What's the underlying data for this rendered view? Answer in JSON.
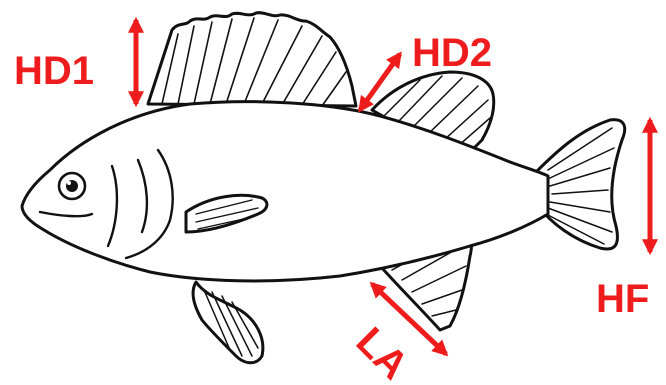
{
  "labels": {
    "hd1": "HD1",
    "hd2": "HD2",
    "hf": "HF",
    "la": "LA"
  },
  "colors": {
    "measure": "#ee1c1c",
    "outline": "#111111",
    "background": "#ffffff"
  }
}
